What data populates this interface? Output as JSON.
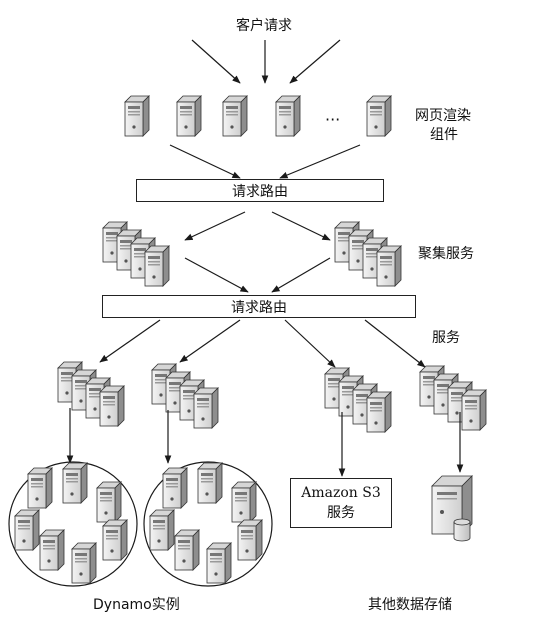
{
  "labels": {
    "client_requests": "客户请求",
    "render_components_line1": "网页渲染",
    "render_components_line2": "组件",
    "ellipsis": "···",
    "request_routing_top": "请求路由",
    "aggregation_services": "聚集服务",
    "request_routing_mid": "请求路由",
    "services": "服务",
    "s3_line1": "Amazon S3",
    "s3_line2": "服务",
    "dynamo_instances": "Dynamo实例",
    "other_storage": "其他数据存储"
  },
  "colors": {
    "line": "#1a1a1a",
    "server_front": "#e8e8e8",
    "server_side": "#9a9a9a",
    "server_top": "#d0d0d0"
  },
  "icons": [
    "server-icon",
    "server-cluster-icon",
    "database-icon",
    "arrow-icon"
  ]
}
